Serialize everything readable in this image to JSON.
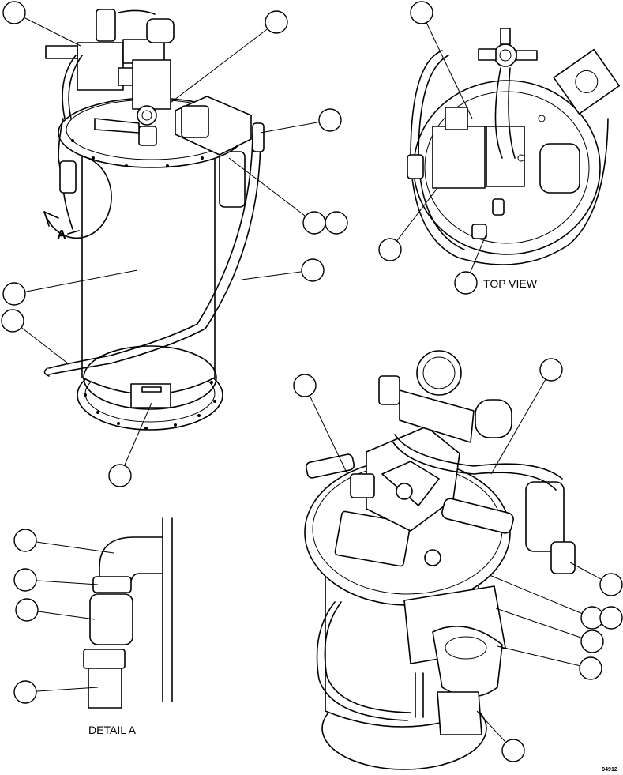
{
  "labels": {
    "top_view": "TOP VIEW",
    "detail_a": "DETAIL A",
    "detail_marker": "A",
    "figure_code": "94912"
  }
}
